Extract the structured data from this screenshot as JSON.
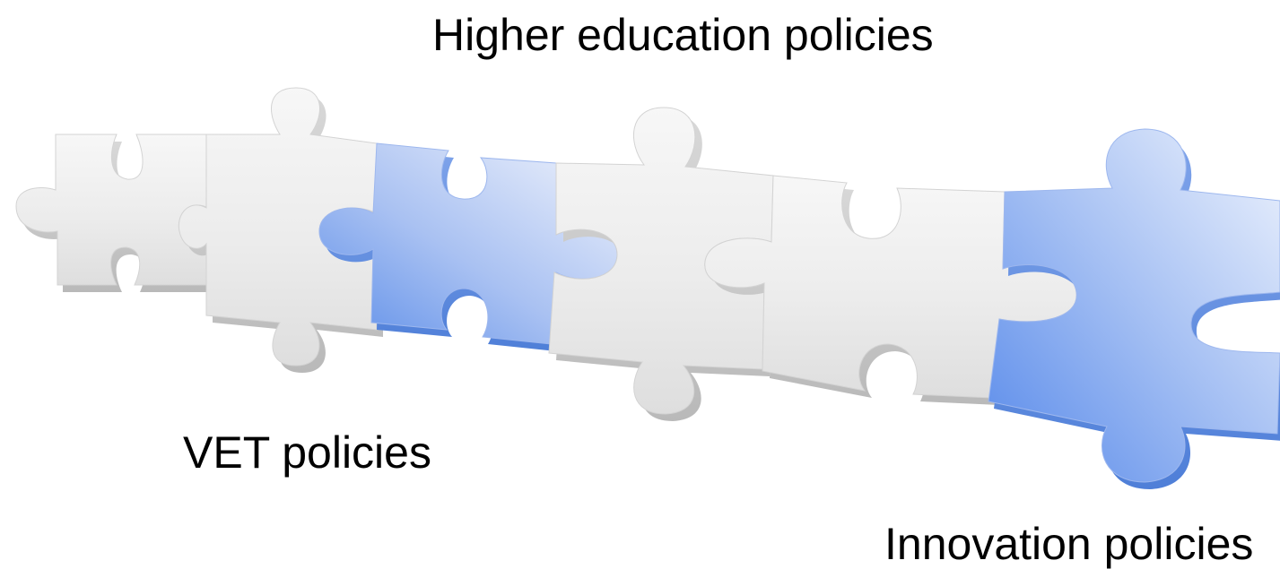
{
  "labels": {
    "higher_education": "Higher education policies",
    "vet": "VET policies",
    "innovation": "Innovation policies"
  },
  "colors": {
    "gray_piece": "#ececec",
    "gray_piece_edge": "#c9c9c9",
    "blue_piece_light": "#e4ebfb",
    "blue_piece_dark": "#5e90ea",
    "text": "#000000",
    "background": "#ffffff"
  },
  "pieces": [
    {
      "name": "piece-1",
      "tone": "gray"
    },
    {
      "name": "piece-2",
      "tone": "gray"
    },
    {
      "name": "piece-3",
      "tone": "blue"
    },
    {
      "name": "piece-4",
      "tone": "gray"
    },
    {
      "name": "piece-5",
      "tone": "gray"
    },
    {
      "name": "piece-6",
      "tone": "blue"
    }
  ]
}
